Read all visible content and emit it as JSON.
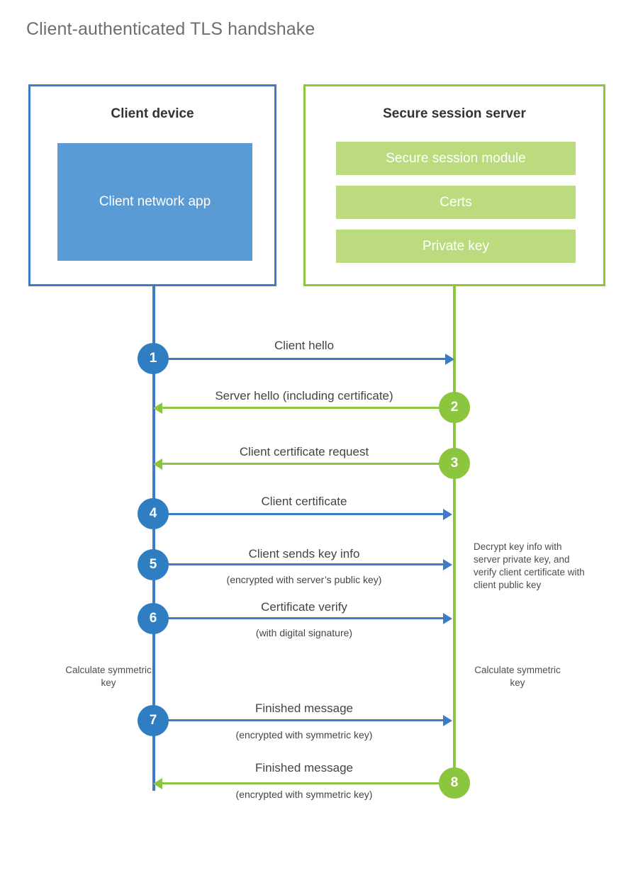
{
  "title": "Client-authenticated TLS handshake",
  "colors": {
    "client_accent": "#3d7cc4",
    "client_circle": "#2e7ec1",
    "client_app_fill": "#5b9bd5",
    "server_accent": "#8cc63f",
    "server_bar_fill": "#bcdb7f",
    "title_text": "#6d6e71",
    "body_text": "#444444"
  },
  "client": {
    "title": "Client device",
    "app_label": "Client network app"
  },
  "server": {
    "title": "Secure session server",
    "components": [
      {
        "label": "Secure session module"
      },
      {
        "label": "Certs"
      },
      {
        "label": "Private key"
      }
    ]
  },
  "steps": [
    {
      "number": "1",
      "label": "Client hello",
      "sub": "",
      "direction": "client-to-server",
      "side": "client"
    },
    {
      "number": "2",
      "label": "Server hello (including certificate)",
      "sub": "",
      "direction": "server-to-client",
      "side": "server"
    },
    {
      "number": "3",
      "label": "Client certificate request",
      "sub": "",
      "direction": "server-to-client",
      "side": "server"
    },
    {
      "number": "4",
      "label": "Client certificate",
      "sub": "",
      "direction": "client-to-server",
      "side": "client"
    },
    {
      "number": "5",
      "label": "Client sends key info",
      "sub": "(encrypted with server’s public key)",
      "direction": "client-to-server",
      "side": "client"
    },
    {
      "number": "6",
      "label": "Certificate verify",
      "sub": "(with digital signature)",
      "direction": "client-to-server",
      "side": "client"
    },
    {
      "number": "7",
      "label": "Finished message",
      "sub": "(encrypted with symmetric key)",
      "direction": "client-to-server",
      "side": "client"
    },
    {
      "number": "8",
      "label": "Finished message",
      "sub": "(encrypted with symmetric key)",
      "direction": "server-to-client",
      "side": "server"
    }
  ],
  "notes": {
    "server_decrypt": "Decrypt key info with server private key, and verify client certificate with client public key",
    "client_calculate": "Calculate symmetric key",
    "server_calculate": "Calculate symmetric key"
  }
}
